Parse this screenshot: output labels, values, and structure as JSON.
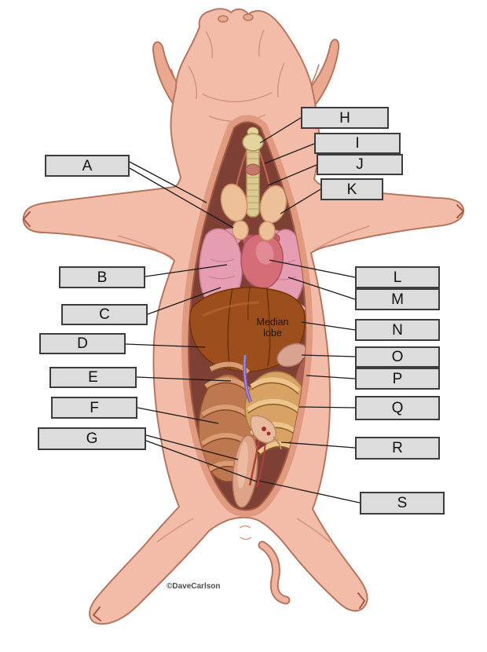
{
  "figure": {
    "credit": "©DaveCarlson",
    "median_lobe": {
      "line1": "Median",
      "line2": "lobe"
    }
  },
  "labels": {
    "A": "A",
    "B": "B",
    "C": "C",
    "D": "D",
    "E": "E",
    "F": "F",
    "G": "G",
    "H": "H",
    "I": "I",
    "J": "J",
    "K": "K",
    "L": "L",
    "M": "M",
    "N": "N",
    "O": "O",
    "P": "P",
    "Q": "Q",
    "R": "R",
    "S": "S"
  },
  "colors": {
    "label_box_bg": "#dcdcdc",
    "label_box_border": "#3c3c3c",
    "leader_line": "#1a1a1a",
    "pig_skin": "#f2bca8",
    "cavity_interior": "#7e4035",
    "cut_flap": "#e09a80",
    "lungs": "#e69db2",
    "heart": "#d46d78",
    "trachea": "#dcc893",
    "liver": "#9c4f1d",
    "small_intestine": "#d7a263",
    "large_intestine": "#bd7850",
    "bladder": "#dfa387",
    "umbilical_vein": "#7d58a8"
  }
}
